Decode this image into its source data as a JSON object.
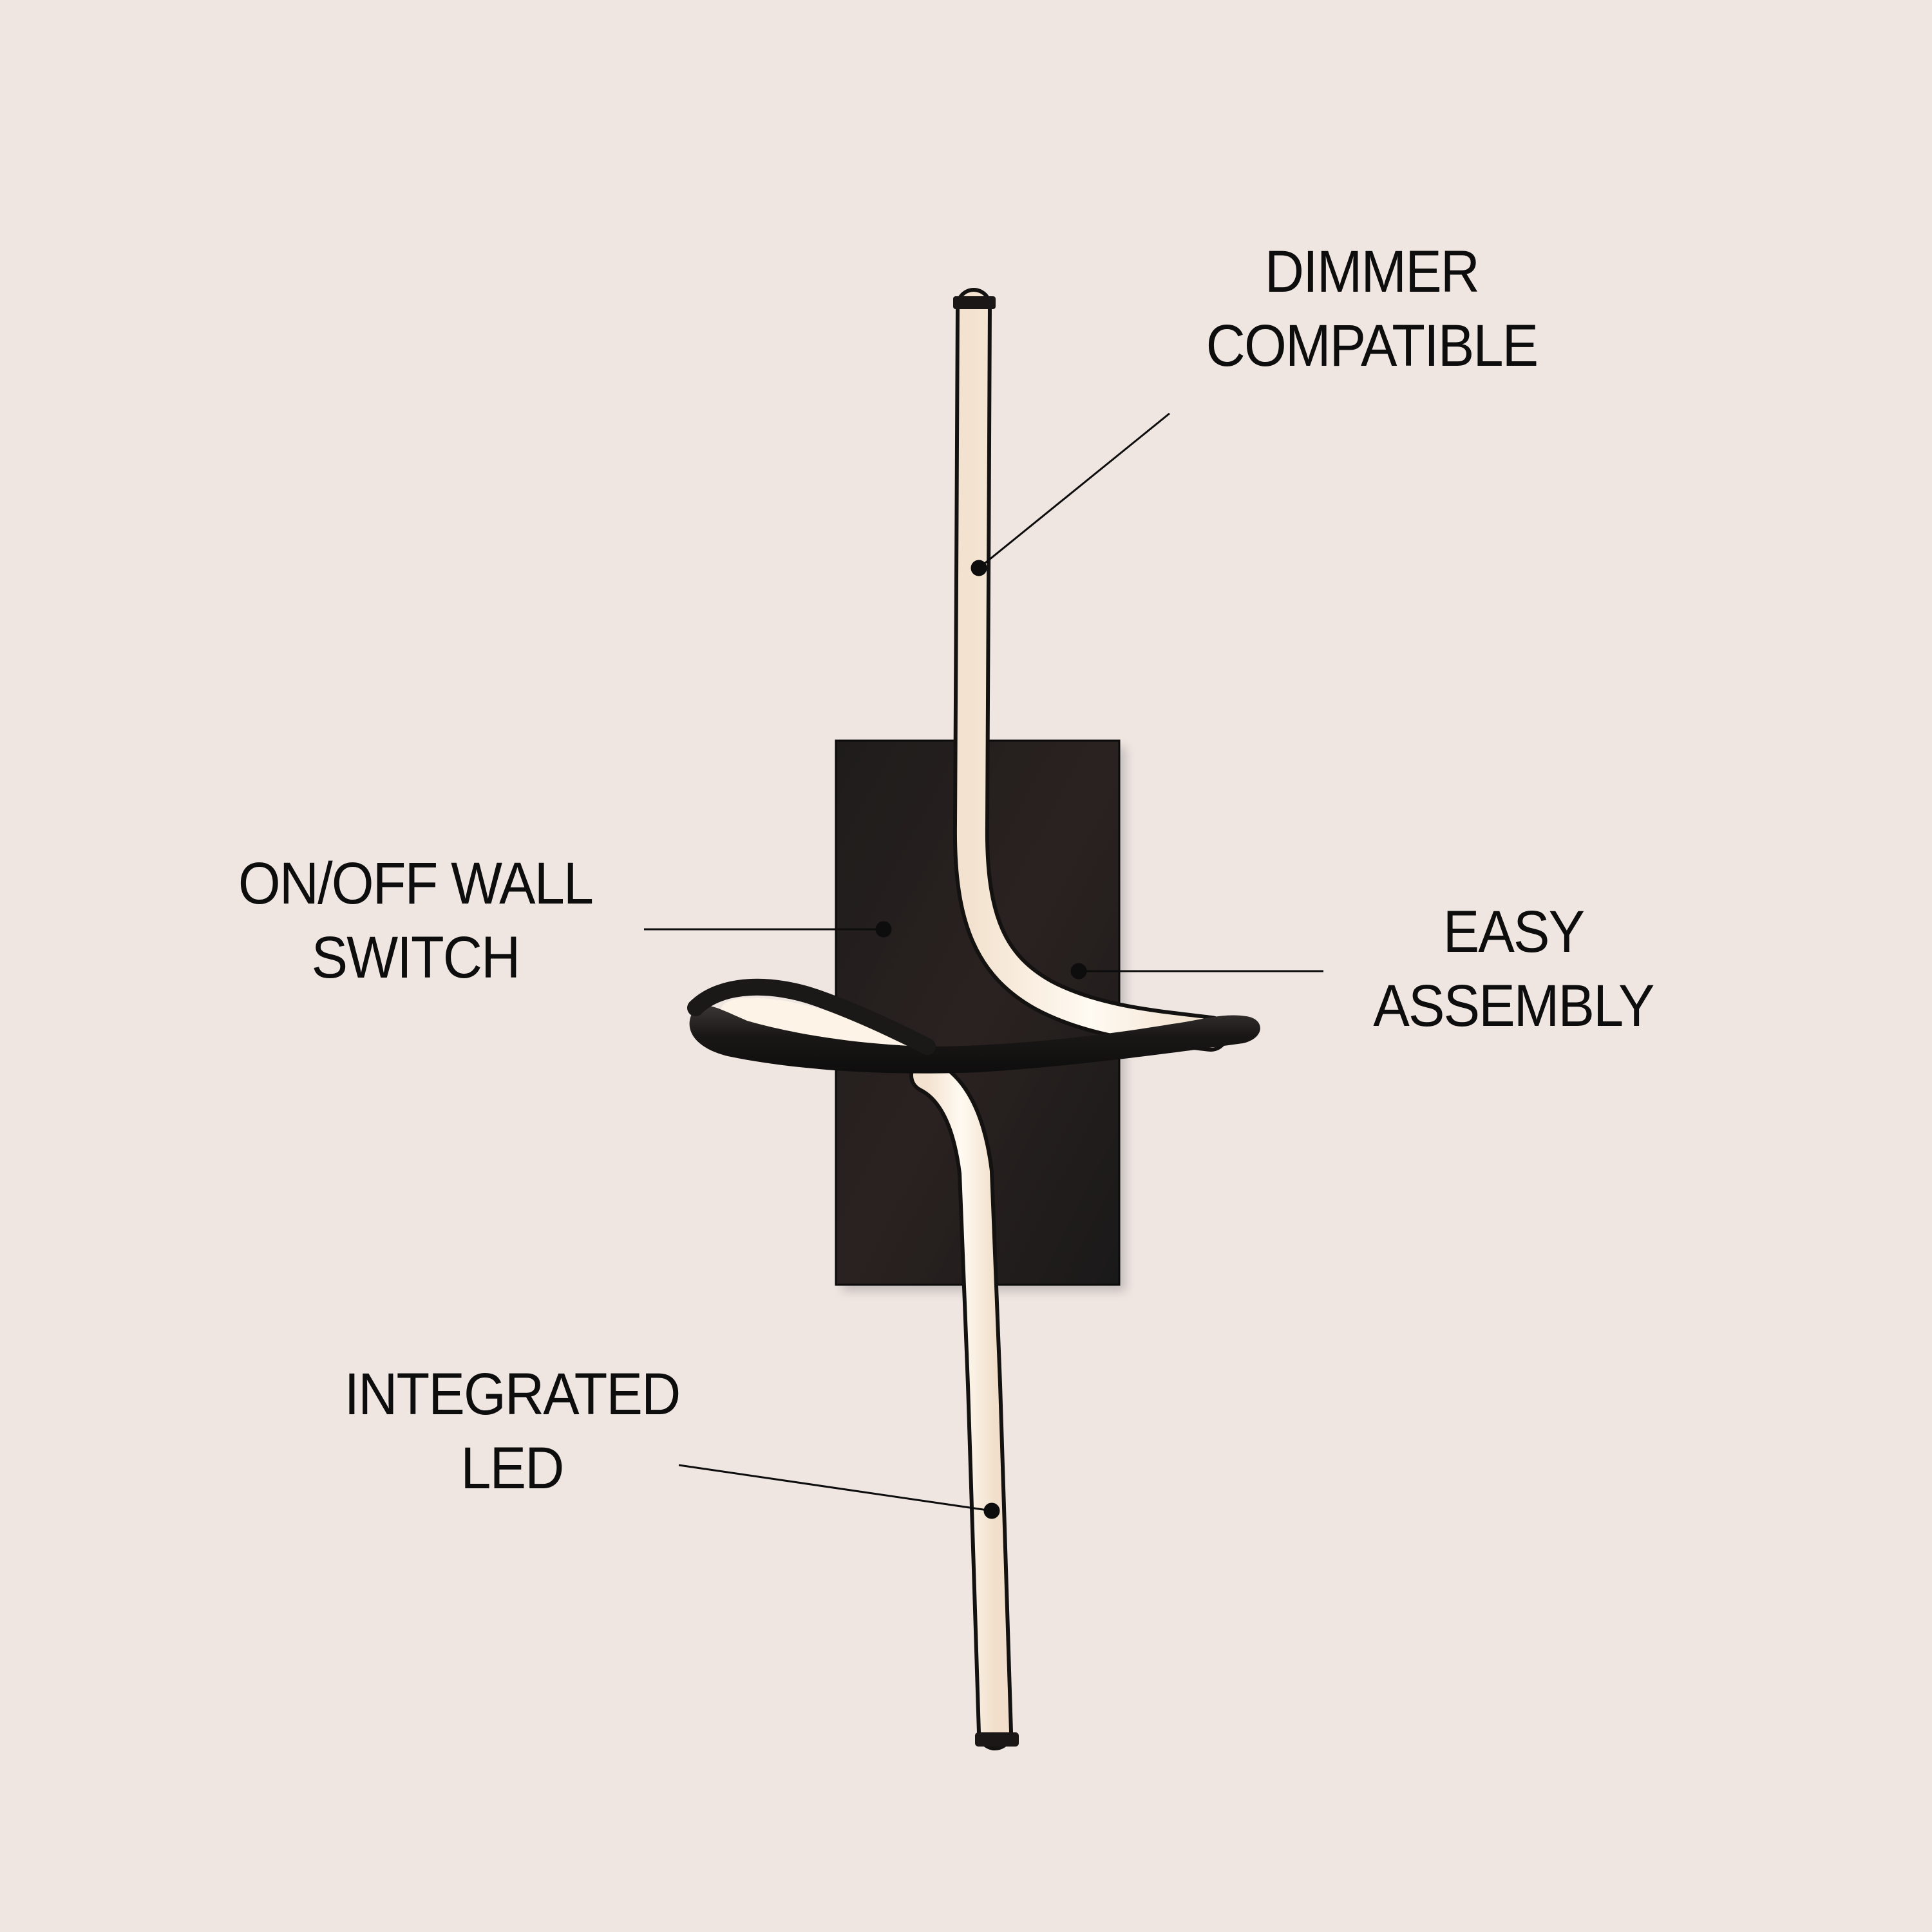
{
  "background_color": "#efe6e2",
  "product": {
    "name": "LED wall sconce",
    "colors": {
      "frame": "#151312",
      "backplate": "#1c1a19",
      "led_glow": "#fdf3e6",
      "callout_line": "#0d0d0d"
    }
  },
  "callouts": [
    {
      "id": "dimmer",
      "lines": [
        "DIMMER",
        "COMPATIBLE"
      ]
    },
    {
      "id": "switch",
      "lines": [
        "ON/OFF WALL",
        "SWITCH"
      ]
    },
    {
      "id": "assembly",
      "lines": [
        "EASY",
        "ASSEMBLY"
      ]
    },
    {
      "id": "led",
      "lines": [
        "INTEGRATED",
        "LED"
      ]
    }
  ]
}
